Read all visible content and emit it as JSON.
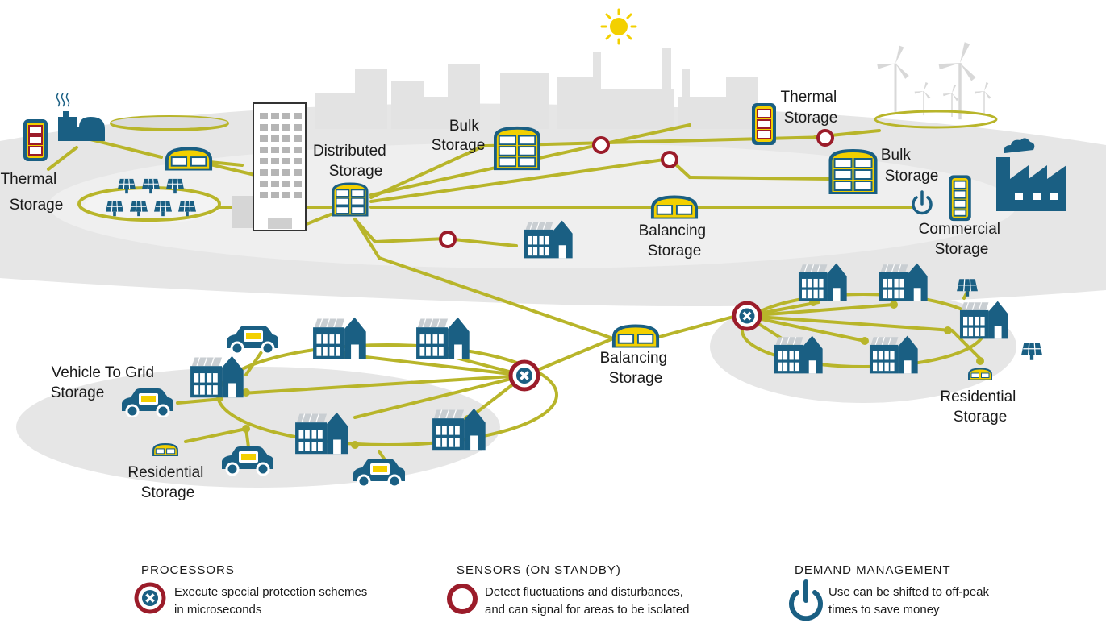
{
  "colors": {
    "line": "#b8b52a",
    "blue": "#1a5f83",
    "red": "#9b1c2a",
    "yellow": "#f3d000",
    "ground": "#e6e6e6",
    "ground_inner": "#efefef"
  },
  "labels": {
    "thermal_left": [
      "Thermal",
      "Storage"
    ],
    "distributed": [
      "Distributed",
      "Storage"
    ],
    "bulk_top": [
      "Bulk",
      "Storage"
    ],
    "thermal_right": [
      "Thermal",
      "Storage"
    ],
    "bulk_right": [
      "Bulk",
      "Storage"
    ],
    "balancing_mid": [
      "Balancing",
      "Storage"
    ],
    "commercial": [
      "Commercial",
      "Storage"
    ],
    "balancing_low": [
      "Balancing",
      "Storage"
    ],
    "vehicle_to_grid": [
      "Vehicle To Grid",
      "Storage"
    ],
    "residential_left": [
      "Residential",
      "Storage"
    ],
    "residential_right": [
      "Residential",
      "Storage"
    ]
  },
  "legend": {
    "processors": {
      "heading": "PROCESSORS",
      "line1": "Execute special protection schemes",
      "line2": "in microseconds",
      "icon": "processor-x-icon"
    },
    "sensors": {
      "heading": "SENSORS (ON STANDBY)",
      "line1": "Detect fluctuations and disturbances,",
      "line2": "and can signal for areas to be isolated",
      "icon": "sensor-ring-icon"
    },
    "demand": {
      "heading": "DEMAND MANAGEMENT",
      "line1": "Use can be shifted to off-peak",
      "line2": "times to save money",
      "icon": "power-icon"
    }
  }
}
